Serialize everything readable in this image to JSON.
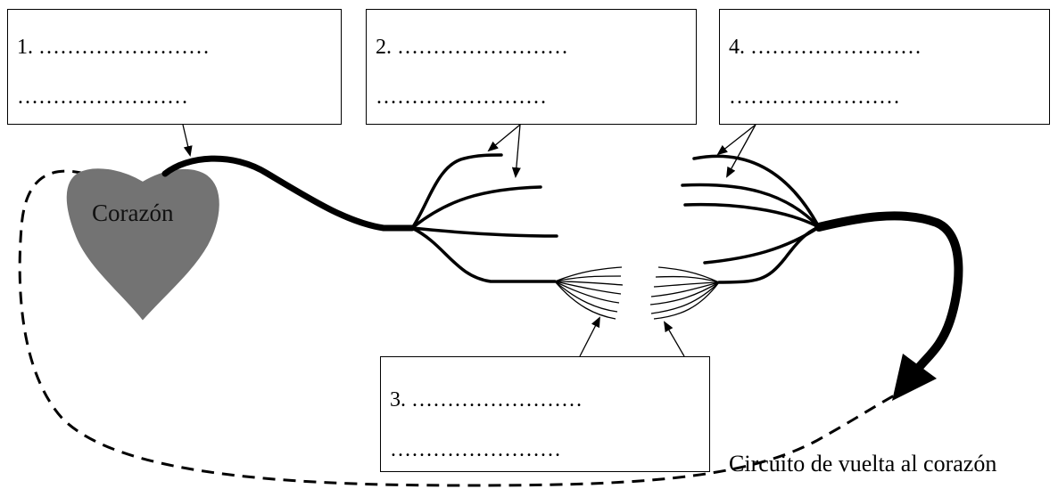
{
  "boxes": [
    {
      "num": "1.",
      "line1": "……………………",
      "line2": "……………………"
    },
    {
      "num": "2.",
      "line1": "……………………",
      "line2": "……………………"
    },
    {
      "num": "3.",
      "line1": "……………………",
      "line2": "……………………"
    },
    {
      "num": "4.",
      "line1": "……………………",
      "line2": "……………………"
    }
  ],
  "heart": {
    "label": "Corazón",
    "color": "#737373"
  },
  "caption": "Circuito de vuelta al corazón"
}
